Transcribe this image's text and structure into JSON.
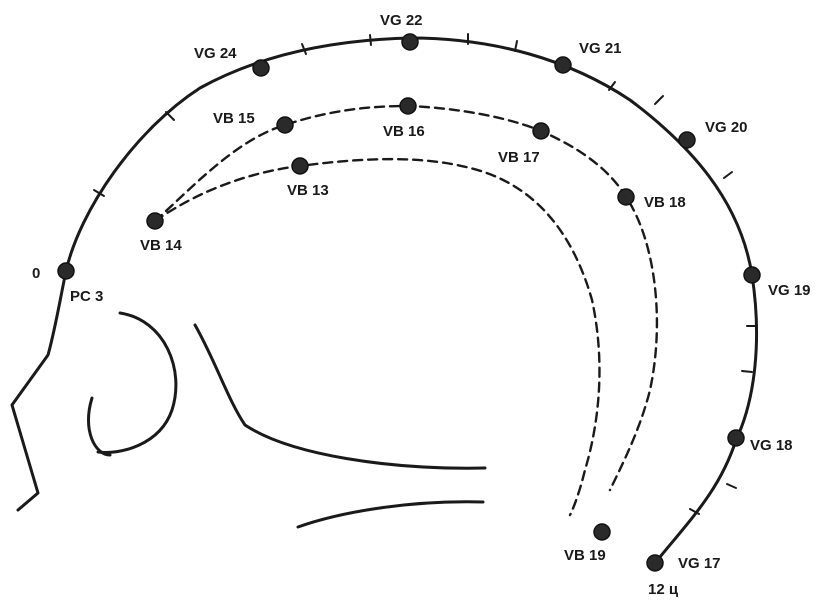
{
  "points": {
    "vg22": "VG 22",
    "vg24": "VG 24",
    "vg21": "VG 21",
    "vg20": "VG 20",
    "vg19": "VG 19",
    "vg18": "VG 18",
    "vg17": "VG 17",
    "vb15": "VB 15",
    "vb16": "VB 16",
    "vb17": "VB 17",
    "vb18": "VB 18",
    "vb13": "VB 13",
    "vb14": "VB 14",
    "vb19": "VB 19",
    "pc3": "PC 3"
  },
  "marks": {
    "zero": "0",
    "twelve": "12 ц"
  },
  "colors": {
    "ink": "#1a1a1a",
    "point": "#2a2a2a"
  }
}
